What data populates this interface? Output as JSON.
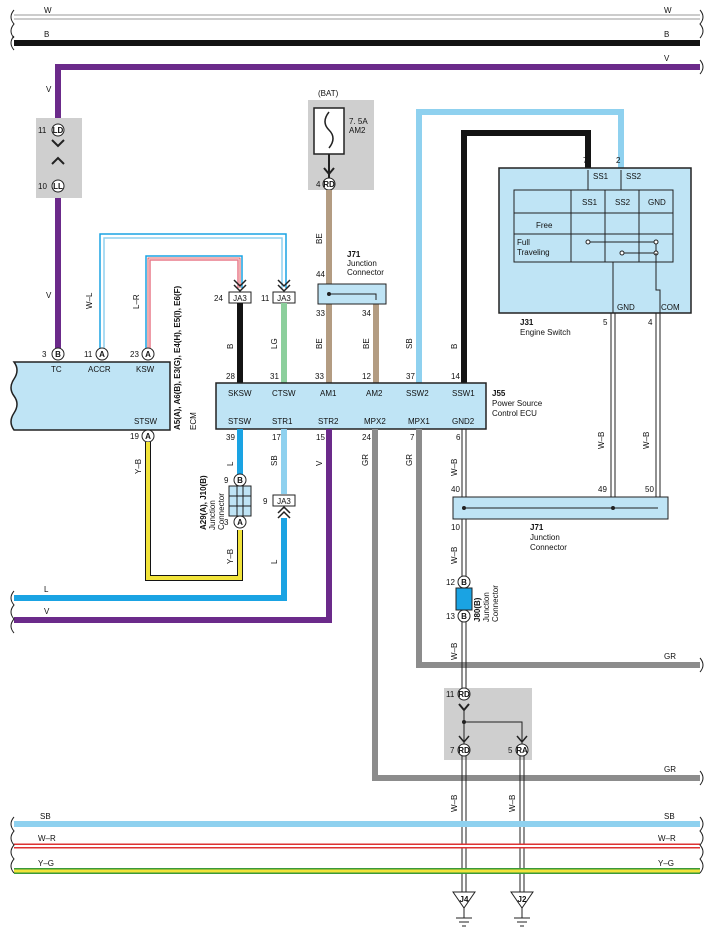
{
  "buses": {
    "W": "W",
    "B": "B",
    "V": "V",
    "SB": "SB",
    "WR": "W–R",
    "YG": "Y–G",
    "L": "L",
    "GR": "GR"
  },
  "wire_labels": {
    "v_left": "V",
    "wl": "W–L",
    "lr": "L–R",
    "b": "B",
    "lg": "LG",
    "be1": "BE",
    "be2": "BE",
    "be3": "BE",
    "sb": "SB",
    "b2": "B",
    "yb1": "Y–B",
    "yb2": "Y–B",
    "l1": "L",
    "sb2": "SB",
    "l2": "L",
    "v2": "V",
    "gr1": "GR",
    "gr2": "GR",
    "wb1": "W–B",
    "wb2": "W–B",
    "wb3": "W–B",
    "wb4": "W–B",
    "wb5": "W–B",
    "wb6": "W–B",
    "wb7": "W–B"
  },
  "fuse": {
    "bat": "(BAT)",
    "rating": "7. 5A",
    "name": "AM2",
    "pin": "4",
    "conn": "RD"
  },
  "ll_conn": {
    "top_pin": "11",
    "top": "LD",
    "bot_pin": "10",
    "bot": "LL"
  },
  "ecm": {
    "title": "A5(A), A6(B), E3(G), E4(H), E5(I), E6(F)",
    "name": "ECM",
    "pins": [
      {
        "num": "3",
        "conn": "B",
        "name": "TC"
      },
      {
        "num": "11",
        "conn": "A",
        "name": "ACCR"
      },
      {
        "num": "23",
        "conn": "A",
        "name": "KSW"
      },
      {
        "num": "19",
        "conn": "A",
        "name": "STSW"
      }
    ]
  },
  "j71_top": {
    "id": "J71",
    "name": "Junction",
    "name2": "Connector",
    "pins": [
      "44",
      "33",
      "34"
    ]
  },
  "j71_bot": {
    "id": "J71",
    "name": "Junction",
    "name2": "Connector",
    "pins": [
      "40",
      "49",
      "50",
      "10"
    ]
  },
  "ja3": {
    "p24": "24",
    "p11": "11",
    "p9": "9",
    "label": "JA3"
  },
  "ecu": {
    "id": "J55",
    "name": "Power Source",
    "name2": "Control ECU",
    "top_pins": [
      {
        "num": "28",
        "name": "SKSW"
      },
      {
        "num": "31",
        "name": "CTSW"
      },
      {
        "num": "33",
        "name": "AM1"
      },
      {
        "num": "12",
        "name": "AM2"
      },
      {
        "num": "37",
        "name": "SSW2"
      },
      {
        "num": "14",
        "name": "SSW1"
      }
    ],
    "bot_pins": [
      {
        "num": "39",
        "name": "STSW"
      },
      {
        "num": "17",
        "name": "STR1"
      },
      {
        "num": "15",
        "name": "STR2"
      },
      {
        "num": "24",
        "name": "MPX2"
      },
      {
        "num": "7",
        "name": "MPX1"
      },
      {
        "num": "6",
        "name": "GND2"
      }
    ]
  },
  "switch": {
    "id": "J31",
    "name": "Engine Switch",
    "pin_ss1": "7",
    "ss1": "SS1",
    "pin_ss2": "2",
    "ss2": "SS2",
    "gnd": "GND",
    "com": "COM",
    "pin_gnd": "5",
    "pin_com": "4",
    "table_headers": [
      "SS1",
      "SS2",
      "GND"
    ],
    "row1": "Free",
    "row2a": "Full",
    "row2b": "Traveling"
  },
  "ja29": {
    "title": "A29(A), J10(B)",
    "name": "Junction",
    "name2": "Connector",
    "p9": "9",
    "c9": "B",
    "p3": "3",
    "c3": "A"
  },
  "j80": {
    "title": "J80(B)",
    "name": "Junction",
    "name2": "Connector",
    "p12": "12",
    "c12": "B",
    "p13": "13",
    "c13": "B"
  },
  "rd_conn": {
    "p11": "11",
    "c11": "RD",
    "p7": "7",
    "c7": "RD",
    "p5": "5",
    "c5": "RA"
  },
  "grounds": [
    "J4",
    "J2"
  ],
  "colors": {
    "purple": "#6b2a8a",
    "black": "#141414",
    "skyblue": "#8fd1ef",
    "blue": "#1aa3e3",
    "tan": "#b39c82",
    "green": "#8ccf9c",
    "gray": "#8c8c8c",
    "yellow": "#f1e33a",
    "pink": "#e87a8a",
    "red": "#d33",
    "lightgray": "#cfcfcf",
    "boxfill": "#bfe4f5"
  }
}
